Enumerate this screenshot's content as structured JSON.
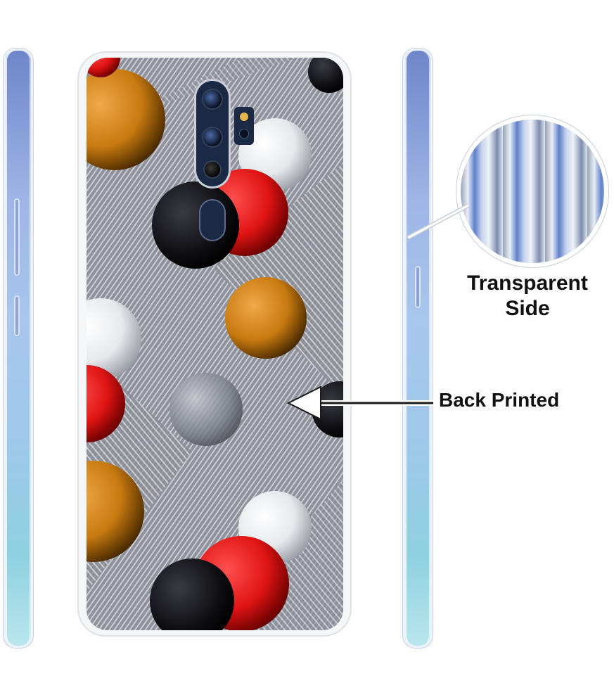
{
  "callouts": {
    "transparent_line1": "Transparent",
    "transparent_line2": "Side",
    "back_printed": "Back Printed"
  },
  "icons": {
    "arrow": "left-arrow-icon",
    "camera": "camera-icon",
    "flash": "flash-icon",
    "fingerprint": "fingerprint-sensor-icon"
  },
  "colors": {
    "side_gradient_top": "#6f86c9",
    "side_gradient_bottom": "#b9e6ee",
    "ball_red": "#e01414",
    "ball_orange": "#c87a10",
    "ball_black": "#0e0e12",
    "ball_white": "#e6e8ec",
    "print_background": "#8f9299"
  }
}
